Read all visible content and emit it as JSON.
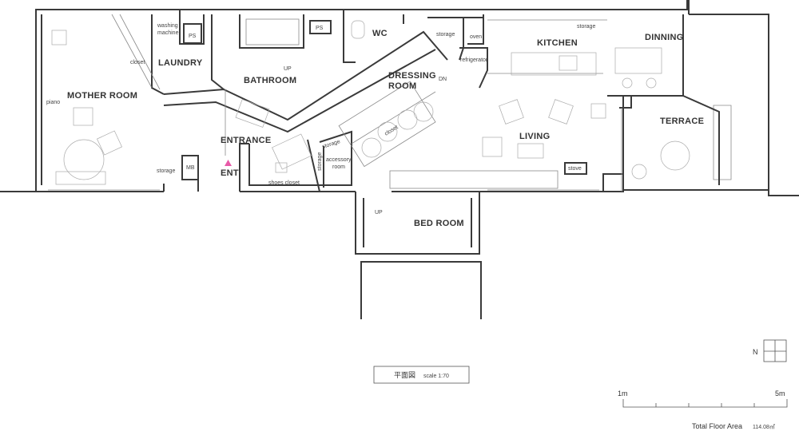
{
  "rooms": {
    "mother_room": "MOTHER ROOM",
    "laundry": "LAUNDRY",
    "bathroom": "BATHROOM",
    "wc": "WC",
    "dressing_room_1": "DRESSING",
    "dressing_room_2": "ROOM",
    "kitchen": "KITCHEN",
    "dinning": "DINNING",
    "entrance": "ENTRANCE",
    "living": "LIVING",
    "terrace": "TERRACE",
    "bed_room": "BED ROOM",
    "ent": "ENT"
  },
  "small_labels": {
    "washing_machine_1": "washing",
    "washing_machine_2": "machine",
    "ps_laundry": "PS",
    "ps_wc": "PS",
    "closet_mother": "closet",
    "piano": "piano",
    "storage_top": "storage",
    "oven": "oven",
    "storage_kitchen": "storage",
    "refrigerator": "refrigerator",
    "dn": "DN",
    "up_bath": "UP",
    "closet_dressing": "closet",
    "storage_acc_1": "storage",
    "storage_acc_2": "storage",
    "accessory_room_1": "accessory",
    "accessory_room_2": "room",
    "storage_mother": "storage",
    "mb": "MB",
    "shoes_closet": "shoes closet",
    "stove": "stove",
    "up_bed": "UP"
  },
  "title_box": {
    "title": "平面図",
    "scale": "scale 1:70"
  },
  "north_label": "N",
  "scale_bar": {
    "start_label": "1m",
    "end_label": "5m"
  },
  "total_area": {
    "label": "Total Floor Area",
    "value": "114.08㎡"
  },
  "colors": {
    "wall": "#3a3a3a",
    "entrance_marker": "#e85aa8"
  }
}
